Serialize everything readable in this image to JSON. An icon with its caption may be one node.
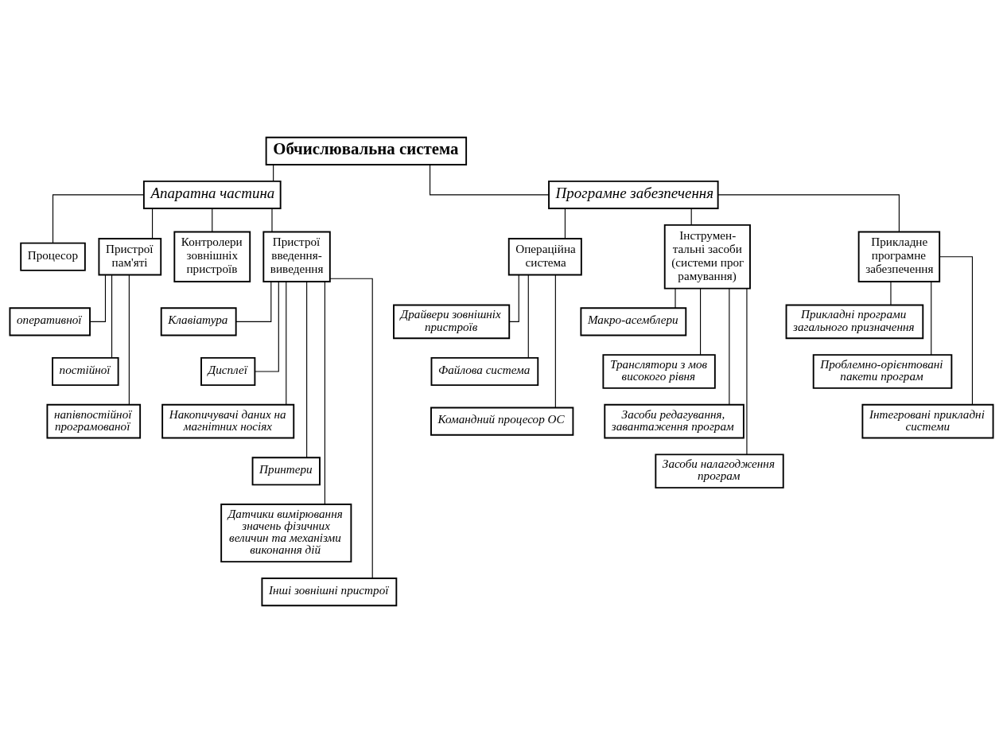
{
  "diagram": {
    "nodes": [
      {
        "text": [
          "Обчислювальна система"
        ]
      },
      {
        "text": [
          "Апаратна частина"
        ]
      },
      {
        "text": [
          "Програмне забезпечення"
        ]
      },
      {
        "text": [
          "Процесор"
        ]
      },
      {
        "text": [
          "Пристрої пам'яті"
        ]
      },
      {
        "text": [
          "Контролери зовнішніх пристроїв"
        ]
      },
      {
        "text": [
          "Пристрої введення-виведення"
        ]
      },
      {
        "text": [
          "Операційна система"
        ]
      },
      {
        "text": [
          "Інструмен- тальні засоби (системи програмування)"
        ]
      },
      {
        "text": [
          "Прикладне програмне забезпечення"
        ]
      },
      {
        "text": [
          "оперативної"
        ]
      },
      {
        "text": [
          "постійної"
        ]
      },
      {
        "text": [
          "напівпостійної програмованої"
        ]
      },
      {
        "text": [
          "Клавіатура"
        ]
      },
      {
        "text": [
          "Дисплеї"
        ]
      },
      {
        "text": [
          "Накопичувачі даних на магнітних носіях"
        ]
      },
      {
        "text": [
          "Принтери"
        ]
      },
      {
        "text": [
          "Датчики вимірювання значень фізичних величин та механізми виконання дій"
        ]
      },
      {
        "text": [
          "Інші зовнішні пристрої"
        ]
      },
      {
        "text": [
          "Драйвери зовнішніх пристроїв"
        ]
      },
      {
        "text": [
          "Файлова система"
        ]
      },
      {
        "text": [
          "Командний процесор ОС"
        ]
      },
      {
        "text": [
          "Макро-асемблери"
        ]
      },
      {
        "text": [
          "Транслятори з мов високого рівня"
        ]
      },
      {
        "text": [
          "Засоби редагування, завантаження програм"
        ]
      },
      {
        "text": [
          "Засоби налагодження програм"
        ]
      },
      {
        "text": [
          "Прикладні програми загального призначення"
        ]
      },
      {
        "text": [
          "Проблемно-орієнтовані пакети програм"
        ]
      },
      {
        "text": [
          "Інтегровані прикладні системи"
        ]
      }
    ],
    "edges": [
      {
        "from": 0,
        "to": 1,
        "arrow": "none"
      },
      {
        "from": 0,
        "to": 2,
        "arrow": "none"
      },
      {
        "from": 1,
        "to": 3,
        "arrow": "none"
      },
      {
        "from": 1,
        "to": 4,
        "arrow": "none"
      },
      {
        "from": 1,
        "to": 5,
        "arrow": "none"
      },
      {
        "from": 1,
        "to": 6,
        "arrow": "none"
      },
      {
        "from": 2,
        "to": 7,
        "arrow": "none"
      },
      {
        "from": 2,
        "to": 8,
        "arrow": "none"
      },
      {
        "from": 2,
        "to": 9,
        "arrow": "none"
      },
      {
        "from": 4,
        "to": 10,
        "arrow": "none"
      },
      {
        "from": 4,
        "to": 11,
        "arrow": "none"
      },
      {
        "from": 4,
        "to": 12,
        "arrow": "none"
      },
      {
        "from": 6,
        "to": 13,
        "arrow": "none"
      },
      {
        "from": 6,
        "to": 14,
        "arrow": "none"
      },
      {
        "from": 6,
        "to": 15,
        "arrow": "none"
      },
      {
        "from": 6,
        "to": 16,
        "arrow": "none"
      },
      {
        "from": 6,
        "to": 17,
        "arrow": "none"
      },
      {
        "from": 6,
        "to": 18,
        "arrow": "none"
      },
      {
        "from": 7,
        "to": 19,
        "arrow": "none"
      },
      {
        "from": 7,
        "to": 20,
        "arrow": "none"
      },
      {
        "from": 7,
        "to": 21,
        "arrow": "none"
      },
      {
        "from": 8,
        "to": 22,
        "arrow": "none"
      },
      {
        "from": 8,
        "to": 23,
        "arrow": "none"
      },
      {
        "from": 8,
        "to": 24,
        "arrow": "none"
      },
      {
        "from": 8,
        "to": 25,
        "arrow": "none"
      },
      {
        "from": 9,
        "to": 26,
        "arrow": "none"
      },
      {
        "from": 9,
        "to": 27,
        "arrow": "none"
      },
      {
        "from": 9,
        "to": 28,
        "arrow": "none"
      }
    ]
  }
}
